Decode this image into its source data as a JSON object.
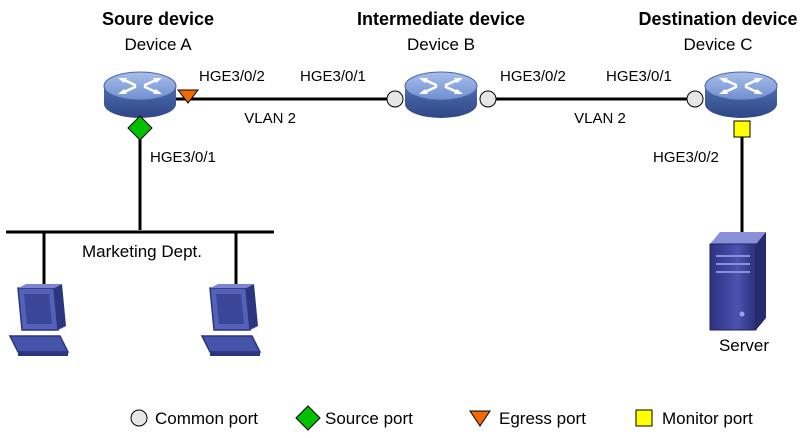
{
  "devices": {
    "a": {
      "role": "Soure device",
      "name": "Device A"
    },
    "b": {
      "role": "Intermediate device",
      "name": "Device B"
    },
    "c": {
      "role": "Destination device",
      "name": "Device C"
    }
  },
  "ports": {
    "a_right": "HGE3/0/2",
    "a_down": "HGE3/0/1",
    "b_left": "HGE3/0/1",
    "b_right": "HGE3/0/2",
    "c_left": "HGE3/0/1",
    "c_down": "HGE3/0/2"
  },
  "links": {
    "ab_vlan": "VLAN 2",
    "bc_vlan": "VLAN 2"
  },
  "lan": {
    "label": "Marketing Dept."
  },
  "server": {
    "label": "Server"
  },
  "legend": {
    "common": "Common port",
    "source": "Source port",
    "egress": "Egress port",
    "monitor": "Monitor port"
  },
  "colors": {
    "router_body": "#5a79b8",
    "router_top": "#8aa6dd",
    "common_port": "#e6e6e6",
    "source_port": "#00c000",
    "egress_port": "#f06a00",
    "monitor_port": "#ffff00",
    "pc": "#3b4aa3",
    "server": "#3a3f96"
  }
}
